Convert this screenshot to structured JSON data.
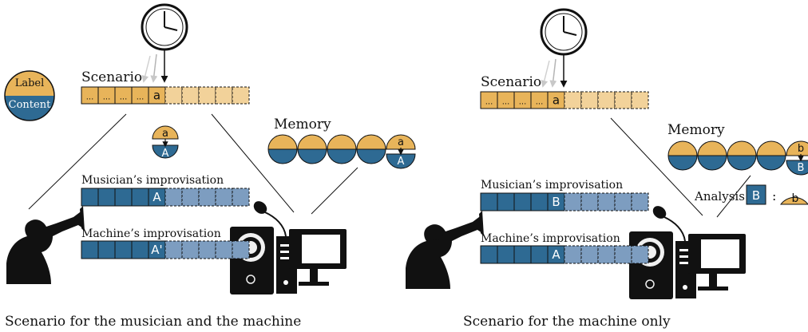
{
  "colors": {
    "orange": "#E8B45A",
    "orange_light": "#F2D29A",
    "blue": "#2E6A93",
    "blue_light": "#7D9DC0",
    "black": "#111111"
  },
  "legend": {
    "label": "Label",
    "content": "Content"
  },
  "left": {
    "scenario_label": "Scenario",
    "scenario_cells": [
      "...",
      "...",
      "...",
      "...",
      "a",
      "",
      "",
      "",
      "",
      ""
    ],
    "memory_label": "Memory",
    "memory_last": {
      "label": "a",
      "content": "A"
    },
    "mapping": {
      "label": "a",
      "content": "A"
    },
    "musician_label": "Musician’s improvisation",
    "musician_cells": [
      "",
      "",
      "",
      "",
      "A",
      "",
      "",
      "",
      "",
      ""
    ],
    "machine_label": "Machine’s improvisation",
    "machine_cells": [
      "",
      "",
      "",
      "",
      "A'",
      "",
      "",
      "",
      "",
      ""
    ],
    "caption": "Scenario for the musician and the machine"
  },
  "right": {
    "scenario_label": "Scenario",
    "scenario_cells": [
      "...",
      "...",
      "...",
      "...",
      "a",
      "",
      "",
      "",
      "",
      ""
    ],
    "memory_label": "Memory",
    "memory_last": {
      "label": "b",
      "content": "B"
    },
    "musician_label": "Musician’s improvisation",
    "musician_cells": [
      "",
      "",
      "",
      "",
      "B",
      "",
      "",
      "",
      "",
      ""
    ],
    "analysis_label": "Analysis",
    "analysis_content": "B",
    "analysis_sep": ":",
    "analysis_result": "b",
    "machine_label": "Machine’s improvisation",
    "machine_cells": [
      "",
      "",
      "",
      "",
      "A",
      "",
      "",
      "",
      "",
      ""
    ],
    "caption": "Scenario for the machine only"
  }
}
